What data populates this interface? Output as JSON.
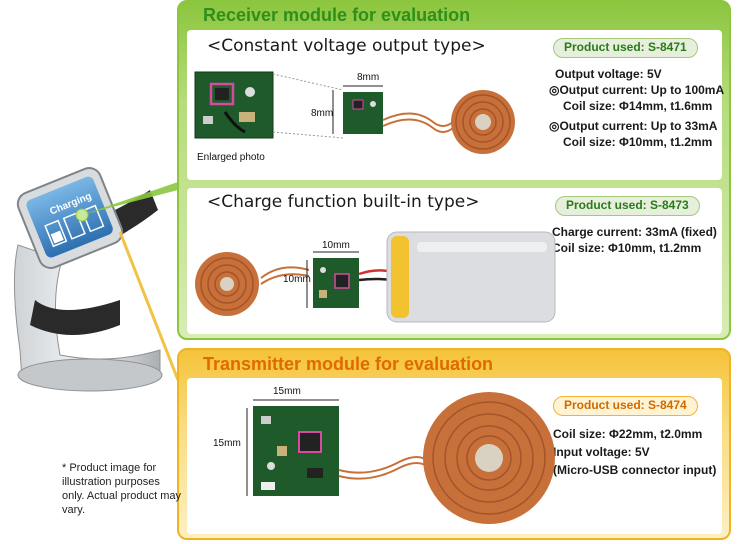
{
  "receiver": {
    "title": "Receiver module for evaluation",
    "constant_voltage": {
      "heading": "<Constant voltage output type>",
      "badge": "Product used: S-8471",
      "specs": [
        "Output voltage: 5V",
        "◎Output current: Up to 100mA",
        "Coil size: Φ14mm, t1.6mm",
        "◎Output current: Up to 33mA",
        "Coil size: Φ10mm, t1.2mm"
      ],
      "enlarged_label": "Enlarged photo",
      "dim_width": "8mm",
      "dim_height": "8mm"
    },
    "charge_function": {
      "heading": "<Charge function built-in type>",
      "badge": "Product used: S-8473",
      "specs": [
        "Charge current: 33mA (fixed)",
        "Coil size: Φ10mm, t1.2mm"
      ],
      "dim_width": "10mm",
      "dim_height": "10mm"
    }
  },
  "transmitter": {
    "title": "Transmitter module for evaluation",
    "badge": "Product used: S-8474",
    "specs": [
      "Coil size: Φ22mm, t2.0mm",
      "Input voltage:  5V",
      "(Micro-USB connector input)"
    ],
    "dim_width": "15mm",
    "dim_height": "15mm"
  },
  "watch": {
    "screen_text": "Charging"
  },
  "footnote": "* Product image for illustration purposes only. Actual product may vary.",
  "colors": {
    "receiver_green": "#8cc63f",
    "receiver_title": "#2f8f1a",
    "transmitter_orange": "#f0b323",
    "transmitter_title": "#e06a00",
    "copper": "#c8703a",
    "pcb_green": "#1f5a2a"
  }
}
